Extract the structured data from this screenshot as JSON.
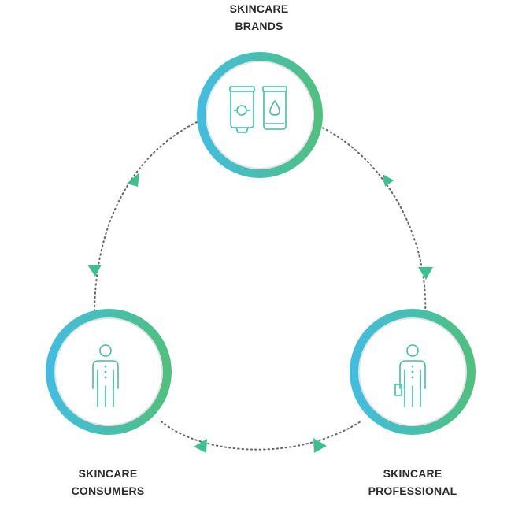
{
  "nodes": {
    "brands": {
      "line1": "SKINCARE",
      "line2": "BRANDS",
      "icon": "skincare-tubes-icon"
    },
    "consumers": {
      "line1": "SKINCARE",
      "line2": "CONSUMERS",
      "icon": "person-icon"
    },
    "professional": {
      "line1": "SKINCARE",
      "line2": "PROFESSIONAL",
      "icon": "person-with-bag-icon"
    }
  },
  "colors": {
    "ring_start": "#42bde2",
    "ring_end": "#4fc07c",
    "icon_stroke": "#3fbfa6",
    "arrow_fill": "#3fbf8e",
    "dotted_line": "#666666",
    "label_text": "#2b2b2b"
  }
}
